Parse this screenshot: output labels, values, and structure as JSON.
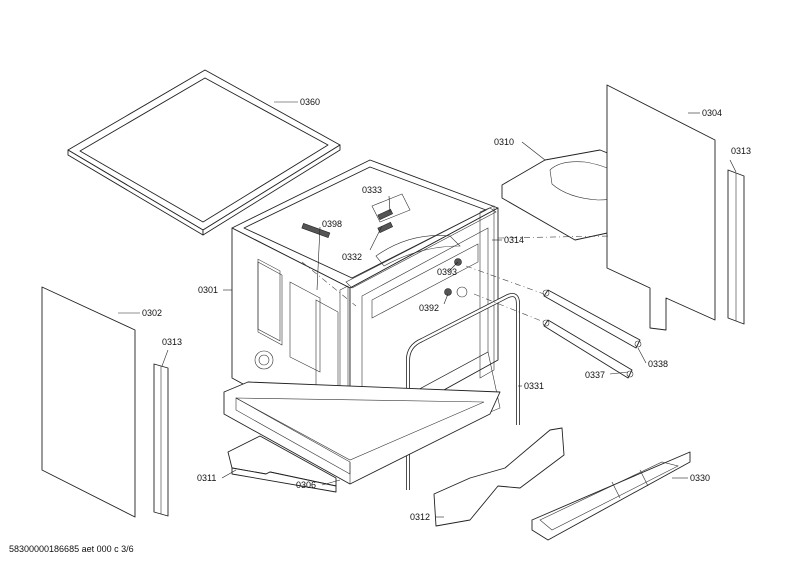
{
  "parts": {
    "p0360": "0360",
    "p0304": "0304",
    "p0310": "0310",
    "p0313a": "0313",
    "p0333": "0333",
    "p0398": "0398",
    "p0314": "0314",
    "p0332": "0332",
    "p0301": "0301",
    "p0393": "0393",
    "p0392": "0392",
    "p0302": "0302",
    "p0313b": "0313",
    "p0338": "0338",
    "p0337": "0337",
    "p0331": "0331",
    "p0311": "0311",
    "p0306": "0306",
    "p0330": "0330",
    "p0312": "0312"
  },
  "footer": "58300000186685 aet 000 c 3/6"
}
